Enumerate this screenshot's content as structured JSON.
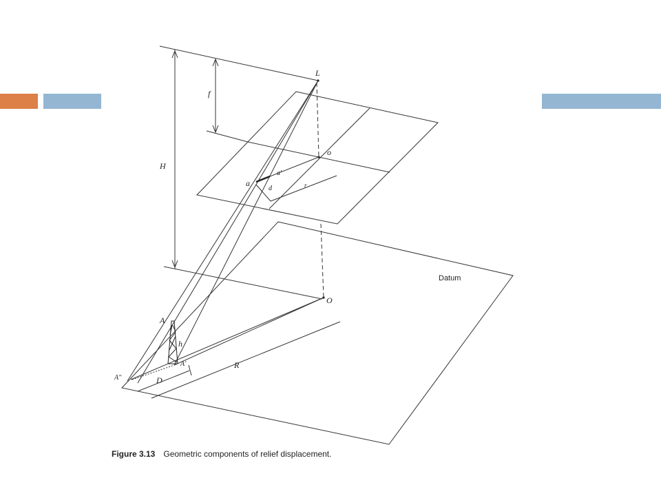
{
  "decor": {
    "accent_orange": "#dd8047",
    "accent_blue": "#94b6d2"
  },
  "figure": {
    "labels": {
      "L": "L",
      "f": "f",
      "H": "H",
      "o": "o",
      "a": "a",
      "a_prime": "a'",
      "d": "d",
      "r": "r",
      "datum": "Datum",
      "O": "O",
      "A": "A",
      "h": "h",
      "A_prime": "A'",
      "A_double_prime": "A\"",
      "D": "D",
      "R": "R"
    },
    "caption": {
      "number": "Figure 3.13",
      "text": "Geometric components of relief displacement."
    }
  }
}
